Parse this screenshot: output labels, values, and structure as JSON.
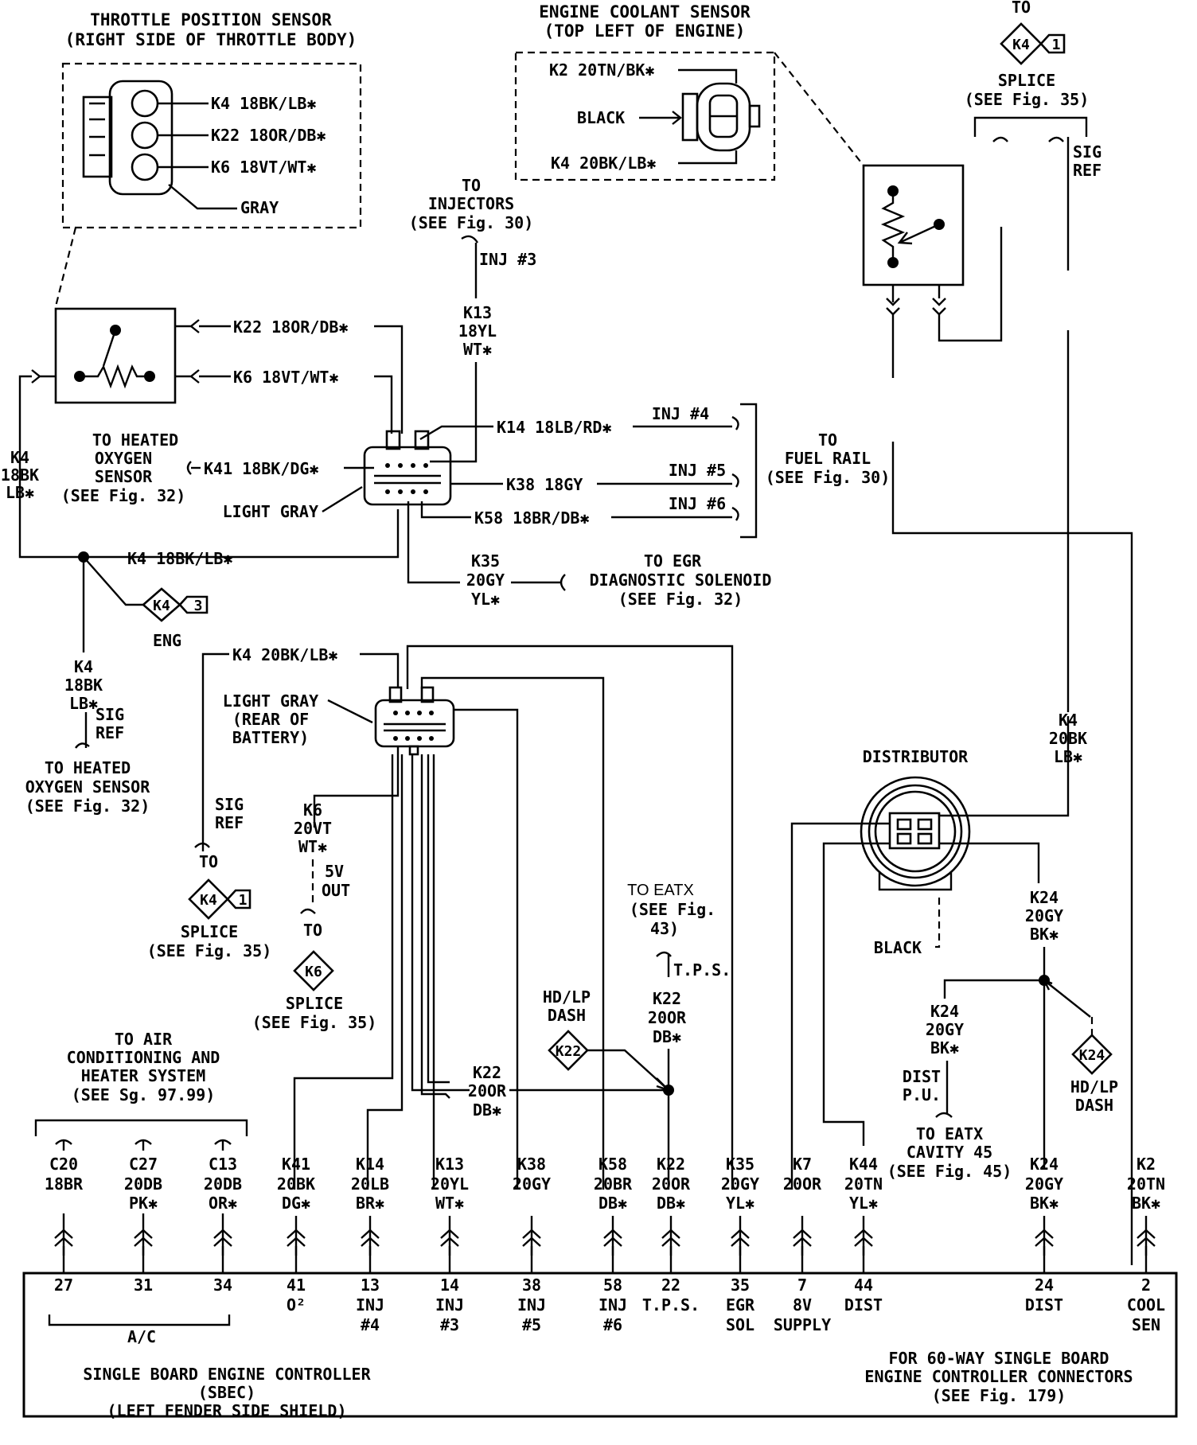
{
  "tps": {
    "title1": "THROTTLE POSITION SENSOR",
    "title2": "(RIGHT SIDE OF THROTTLE BODY)",
    "pin1": "K4 18BK/LB✱",
    "pin2": "K22 18OR/DB✱",
    "pin3": "K6 18VT/WT✱",
    "color": "GRAY"
  },
  "ect": {
    "title1": "ENGINE COOLANT SENSOR",
    "title2": "(TOP LEFT OF ENGINE)",
    "pin1": "K2 20TN/BK✱",
    "color": "BLACK",
    "pin2": "K4 20BK/LB✱"
  },
  "top_right": {
    "to": "TO",
    "splice_id": "K4",
    "splice_num": "1",
    "splice_label": "SPLICE",
    "splice_ref": "(SEE Fig. 35)",
    "k4_line1": "K4",
    "k4_line2": "20BK",
    "k4_line3": "LB✱",
    "sig1": "SIG",
    "sig2": "REF",
    "k4b_line1": "K4",
    "k4b_line2": "20BK",
    "k4b_line3": "LB✱",
    "k2_line1": "K2",
    "k2_line2": "20TN",
    "k2_line3": "BK✱"
  },
  "injectors": {
    "to": "TO",
    "label": "INJECTORS",
    "ref": "(SEE Fig. 30)",
    "inj3": "INJ #3",
    "k13_1": "K13",
    "k13_2": "18YL",
    "k13_3": "WT✱"
  },
  "tps_wires": {
    "k22": "K22 18OR/DB✱",
    "k6": "K6 18VT/WT✱"
  },
  "left": {
    "k4_1": "K4",
    "k4_2": "18BK",
    "k4_3": "LB✱",
    "ho2s1": "TO HEATED",
    "ho2s2": "OXYGEN",
    "ho2s3": "SENSOR",
    "ho2s4": "(SEE Fig. 32)",
    "k41": "K41 18BK/DG✱",
    "light_gray": "LIGHT GRAY",
    "k4_mid": "K4 18BK/LB✱",
    "eng_splice": "K4",
    "eng_num": "3",
    "eng": "ENG",
    "k4b_1": "K4",
    "k4b_2": "18BK",
    "k4b_3": "LB✱",
    "sig1": "SIG",
    "sig2": "REF",
    "to_ho2s1": "TO HEATED",
    "to_ho2s2": "OXYGEN SENSOR",
    "to_ho2s3": "(SEE Fig. 32)"
  },
  "fuel_rail": {
    "k14": "K14 18LB/RD✱",
    "inj4": "INJ #4",
    "k38": "K38 18GY",
    "inj5": "INJ #5",
    "k58": "K58 18BR/DB✱",
    "inj6": "INJ #6",
    "to": "TO",
    "label": "FUEL RAIL",
    "ref": "(SEE Fig. 30)"
  },
  "egr": {
    "k35_1": "K35",
    "k35_2": "20GY",
    "k35_3": "YL✱",
    "to": "TO EGR",
    "label": "DIAGNOSTIC SOLENOID",
    "ref": "(SEE Fig. 32)"
  },
  "battery_conn": {
    "k4": "K4 20BK/LB✱",
    "lg1": "LIGHT GRAY",
    "lg2": "(REAR OF",
    "lg3": "BATTERY)",
    "sig1": "SIG",
    "sig2": "REF",
    "to": "TO",
    "splice_id": "K4",
    "splice_num": "1",
    "splice_label": "SPLICE",
    "splice_ref": "(SEE Fig. 35)",
    "k6_1": "K6",
    "k6_2": "20VT",
    "k6_3": "WT✱",
    "v5_1": "5V",
    "v5_2": "OUT",
    "to2": "TO",
    "k6_splice": "K6",
    "splice2_label": "SPLICE",
    "splice2_ref": "(SEE Fig. 35)"
  },
  "eatx": {
    "to": "TO EATX",
    "ref1": "(SEE Fig.",
    "ref2": "43)",
    "tps": "T.P.S.",
    "k22_1": "K22",
    "k22_2": "20OR",
    "k22_3": "DB✱",
    "hdlp1": "HD/LP",
    "hdlp2": "DASH",
    "k22_splice": "K22",
    "k22m_1": "K22",
    "k22m_2": "20OR",
    "k22m_3": "DB✱"
  },
  "distributor": {
    "label": "DISTRIBUTOR",
    "color": "BLACK",
    "k4_1": "K4",
    "k4_2": "20BK",
    "k4_3": "LB✱",
    "k24_1": "K24",
    "k24_2": "20GY",
    "k24_3": "BK✱",
    "k24b_1": "K24",
    "k24b_2": "20GY",
    "k24b_3": "BK✱",
    "dist1": "DIST",
    "dist2": "P.U.",
    "to_eatx1": "TO EATX",
    "to_eatx2": "CAVITY 45",
    "to_eatx3": "(SEE Fig. 45)",
    "hd_splice": "K24",
    "hd1": "HD/LP",
    "hd2": "DASH"
  },
  "ac": {
    "to1": "TO AIR",
    "to2": "CONDITIONING AND",
    "to3": "HEATER SYSTEM",
    "to4": "(SEE Sg. 97.99)"
  },
  "bottom_wires": [
    {
      "l1": "C20",
      "l2": "18BR",
      "l3": "",
      "pin": "27",
      "f1": "",
      "f2": ""
    },
    {
      "l1": "C27",
      "l2": "20DB",
      "l3": "PK✱",
      "pin": "31",
      "f1": "",
      "f2": ""
    },
    {
      "l1": "C13",
      "l2": "20DB",
      "l3": "OR✱",
      "pin": "34",
      "f1": "",
      "f2": ""
    },
    {
      "l1": "K41",
      "l2": "20BK",
      "l3": "DG✱",
      "pin": "41",
      "f1": "O²",
      "f2": ""
    },
    {
      "l1": "K14",
      "l2": "20LB",
      "l3": "BR✱",
      "pin": "13",
      "f1": "INJ",
      "f2": "#4"
    },
    {
      "l1": "K13",
      "l2": "20YL",
      "l3": "WT✱",
      "pin": "14",
      "f1": "INJ",
      "f2": "#3"
    },
    {
      "l1": "K38",
      "l2": "20GY",
      "l3": "",
      "pin": "38",
      "f1": "INJ",
      "f2": "#5"
    },
    {
      "l1": "K58",
      "l2": "20BR",
      "l3": "DB✱",
      "pin": "58",
      "f1": "INJ",
      "f2": "#6"
    },
    {
      "l1": "K22",
      "l2": "20OR",
      "l3": "DB✱",
      "pin": "22",
      "f1": "T.P.S.",
      "f2": ""
    },
    {
      "l1": "K35",
      "l2": "20GY",
      "l3": "YL✱",
      "pin": "35",
      "f1": "EGR",
      "f2": "SOL"
    },
    {
      "l1": "K7",
      "l2": "20OR",
      "l3": "",
      "pin": "7",
      "f1": "8V",
      "f2": "SUPPLY"
    },
    {
      "l1": "K44",
      "l2": "20TN",
      "l3": "YL✱",
      "pin": "44",
      "f1": "DIST",
      "f2": ""
    },
    {
      "l1": "K24",
      "l2": "20GY",
      "l3": "BK✱",
      "pin": "24",
      "f1": "DIST",
      "f2": ""
    },
    {
      "l1": "K2",
      "l2": "20TN",
      "l3": "BK✱",
      "pin": "2",
      "f1": "COOL",
      "f2": "SEN"
    }
  ],
  "sbec": {
    "ac": "A/C",
    "name1": "SINGLE BOARD ENGINE CONTROLLER",
    "name2": "(SBEC)",
    "name3": "(LEFT FENDER SIDE SHIELD)",
    "note1": "FOR 60-WAY SINGLE BOARD",
    "note2": "ENGINE CONTROLLER CONNECTORS",
    "note3": "(SEE Fig. 179)"
  }
}
